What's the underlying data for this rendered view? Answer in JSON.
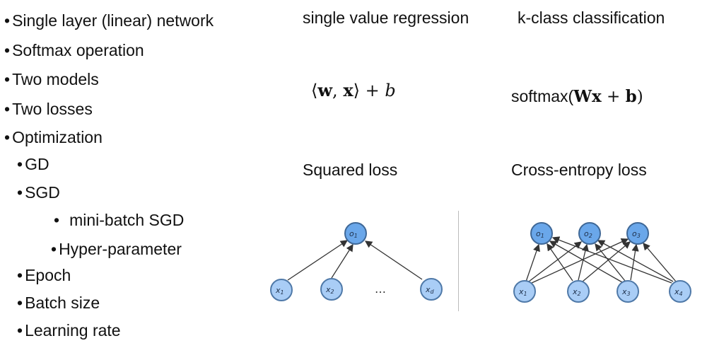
{
  "bullets": [
    {
      "text": "Single layer (linear) network"
    },
    {
      "text": "Softmax operation"
    },
    {
      "text": "Two models"
    },
    {
      "text": "Two losses"
    },
    {
      "text": "Optimization"
    },
    {
      "text": "GD"
    },
    {
      "text": "SGD"
    },
    {
      "text": "mini-batch SGD"
    },
    {
      "text": "Hyper-parameter"
    },
    {
      "text": "Epoch"
    },
    {
      "text": "Batch size"
    },
    {
      "text": "Learning rate"
    }
  ],
  "bullet_symbol": "•",
  "columns": {
    "regression": {
      "title": "single value regression",
      "formula_parts": {
        "open": "⟨",
        "w": "w",
        "comma": ", ",
        "x": "x",
        "close": "⟩",
        "plus": " + ",
        "b": "b"
      },
      "loss": "Squared loss",
      "diagram": {
        "output_nodes": [
          {
            "main": "o",
            "sub": "1"
          }
        ],
        "input_nodes": [
          {
            "main": "x",
            "sub": "1"
          },
          {
            "main": "x",
            "sub": "2"
          },
          {
            "main": "x",
            "sub": "d"
          }
        ],
        "ellipsis": "…"
      }
    },
    "classification": {
      "title": "k-class classification",
      "formula_parts": {
        "fn": "softmax(",
        "W": "W",
        "x": "x",
        "plus": " + ",
        "b": "b",
        "close": ")"
      },
      "loss": "Cross-entropy loss",
      "diagram": {
        "output_nodes": [
          {
            "main": "o",
            "sub": "1"
          },
          {
            "main": "o",
            "sub": "2"
          },
          {
            "main": "o",
            "sub": "3"
          }
        ],
        "input_nodes": [
          {
            "main": "x",
            "sub": "1"
          },
          {
            "main": "x",
            "sub": "2"
          },
          {
            "main": "x",
            "sub": "3"
          },
          {
            "main": "x",
            "sub": "4"
          }
        ]
      }
    }
  },
  "colors": {
    "node": "#a9cdf6",
    "node_output": "#6aa7ea",
    "node_stroke": "#4f79a8",
    "divider": "#bbbbbb"
  }
}
